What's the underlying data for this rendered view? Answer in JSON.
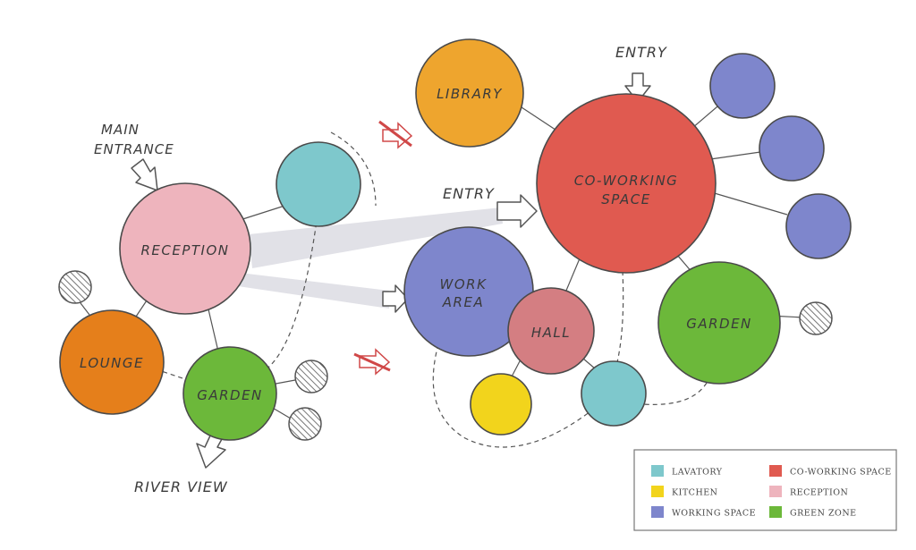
{
  "labels": {
    "main_entrance": [
      "MAIN",
      "ENTRANCE"
    ],
    "entry_top": "ENTRY",
    "entry_mid": "ENTRY",
    "river_view": "RIVER VIEW"
  },
  "nodes": {
    "reception": [
      "RECEPTION"
    ],
    "lounge": [
      "LOUNGE"
    ],
    "garden_left": [
      "GARDEN"
    ],
    "library": [
      "LIBRARY"
    ],
    "coworking": [
      "CO-WORKING",
      "SPACE"
    ],
    "work_area": [
      "WORK",
      "AREA"
    ],
    "hall": [
      "HALL"
    ],
    "garden_right": [
      "GARDEN"
    ]
  },
  "colors": {
    "lavatory": "#7ec8cc",
    "kitchen": "#f2d41c",
    "working_space": "#7e86cc",
    "coworking_space": "#e05a50",
    "reception": "#eeb4bd",
    "green_zone": "#6cb83a",
    "library": "#eea52e",
    "lounge": "#e57f1b",
    "hall": "#d47e82",
    "connector": "#e0e0e6",
    "no_access": "#d04848"
  },
  "legend": [
    {
      "label": "LAVATORY",
      "color": "#7ec8cc"
    },
    {
      "label": "CO-WORKING SPACE",
      "color": "#e05a50"
    },
    {
      "label": "KITCHEN",
      "color": "#f2d41c"
    },
    {
      "label": "RECEPTION",
      "color": "#eeb4bd"
    },
    {
      "label": "WORKING SPACE",
      "color": "#7e86cc"
    },
    {
      "label": "GREEN ZONE",
      "color": "#6cb83a"
    }
  ]
}
